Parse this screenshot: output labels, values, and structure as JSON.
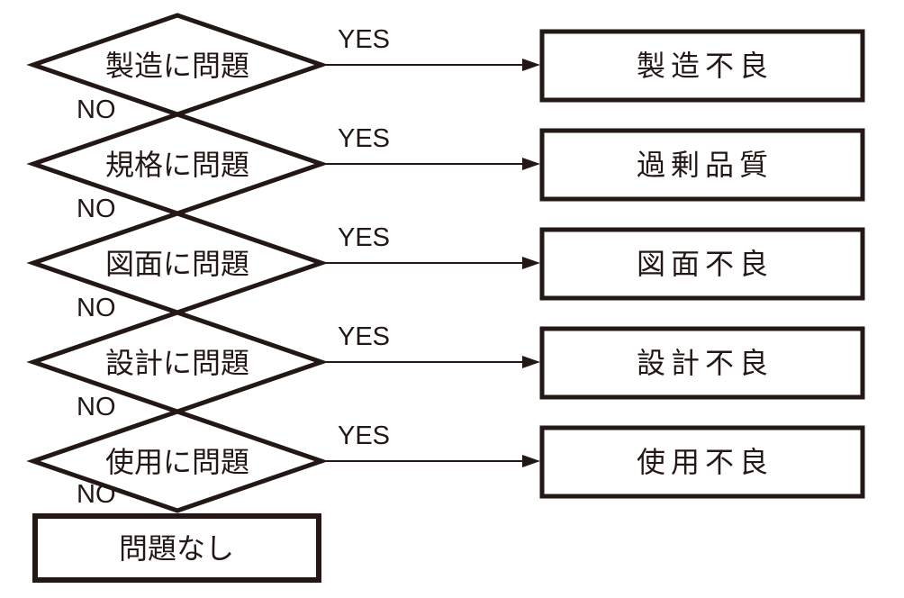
{
  "diagram": {
    "yes_label": "YES",
    "no_label": "NO",
    "rows": [
      {
        "condition": "製造に問題",
        "result": "製造不良"
      },
      {
        "condition": "規格に問題",
        "result": "過剰品質"
      },
      {
        "condition": "図面に問題",
        "result": "図面不良"
      },
      {
        "condition": "設計に問題",
        "result": "設計不良"
      },
      {
        "condition": "使用に問題",
        "result": "使用不良"
      }
    ],
    "end_label": "問題なし",
    "colors": {
      "ink": "#231815",
      "background": "#ffffff"
    }
  }
}
